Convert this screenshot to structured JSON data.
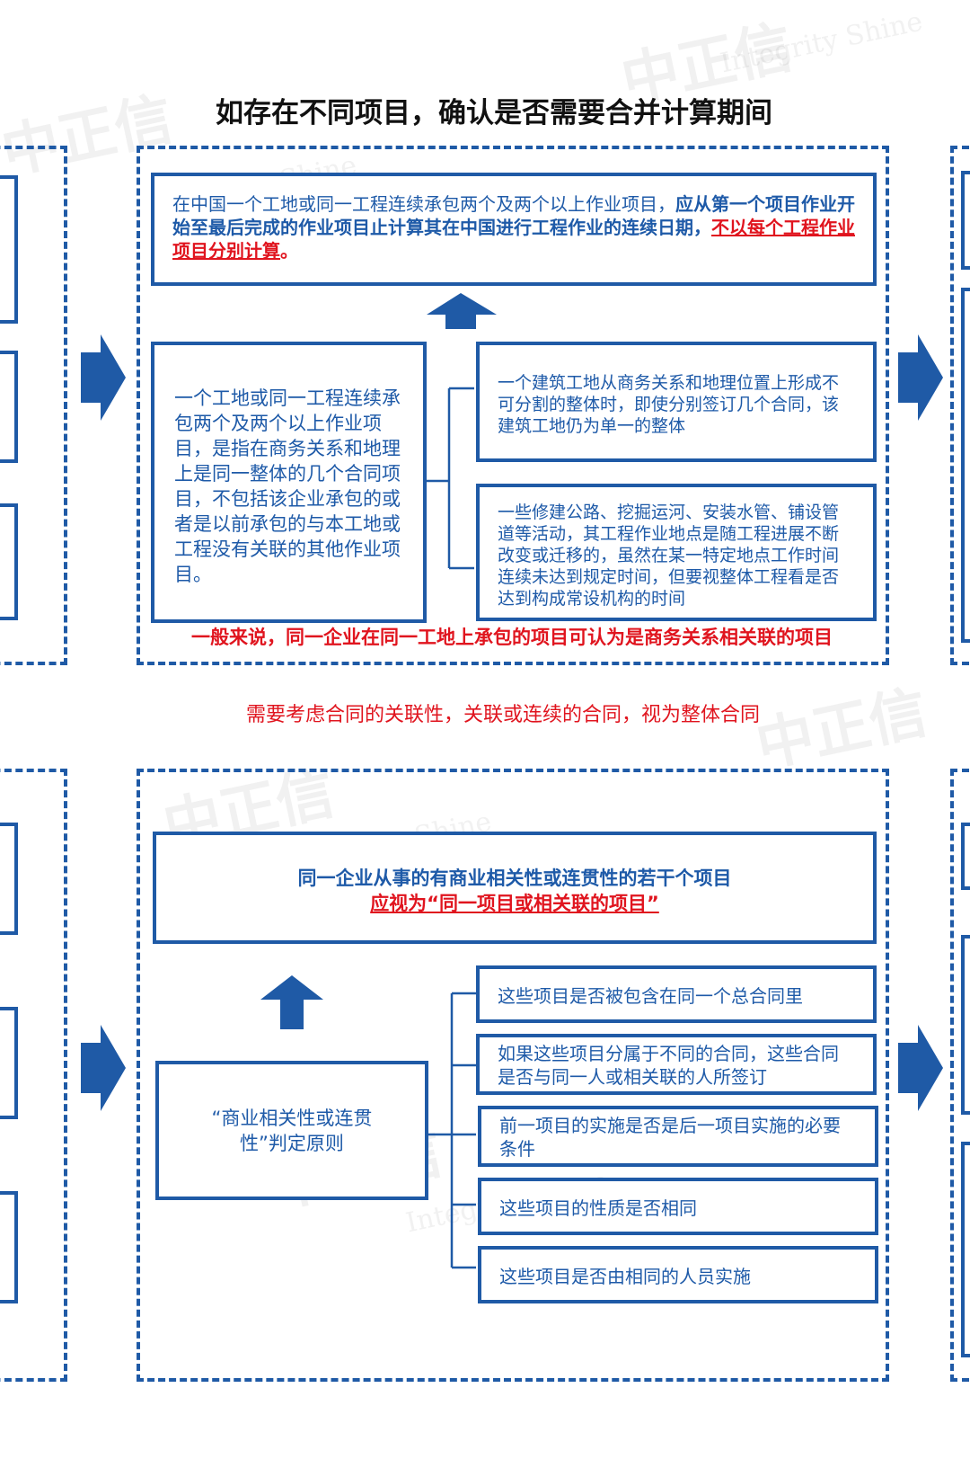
{
  "title": "如存在不同项目，确认是否需要合并计算期间",
  "watermark": {
    "cn": "中正信",
    "en": "Integrity Shine"
  },
  "colors": {
    "blue": "#1f5aa6",
    "text_blue": "#1e5aa8",
    "red": "#e0141e"
  },
  "top": {
    "main": {
      "normal": "在中国一个工地或同一工程连续承包两个及两个以上作业项目，",
      "bold": "应从第一个项目作业开始至最后完成的作业项目止计算其在中国进行工程作业的连续日期，",
      "red_underline": "不以每个工程作业项目分别计算",
      "end": "。"
    },
    "left_desc": "一个工地或同一工程连续承包两个及两个以上作业项目，是指在商务关系和地理上是同一整体的几个合同项目，不包括该企业承包的或者是以前承包的与本工地或工程没有关联的其他作业项目。",
    "right1": "一个建筑工地从商务关系和地理位置上形成不可分割的整体时，即使分别签订几个合同，该建筑工地仍为单一的整体",
    "right2": "一些修建公路、挖掘运河、安装水管、铺设管道等活动，其工程作业地点是随工程进展不断改变或迁移的，虽然在某一特定地点工作时间连续未达到规定时间，但要视整体工程看是否达到构成常设机构的时间",
    "footer": "一般来说，同一企业在同一工地上承包的项目可认为是商务关系相关联的项目"
  },
  "middle_note": "需要考虑合同的关联性，关联或连续的合同，视为整体合同",
  "bottom": {
    "main_line1": "同一企业从事的有商业相关性或连贯性的若干个项目",
    "main_line2": "应视为“同一项目或相关联的项目”",
    "principle": "“商业相关性或连贯性”判定原则",
    "criteria": [
      "这些项目是否被包含在同一个总合同里",
      "如果这些项目分属于不同的合同，这些合同是否与同一人或相关联的人所签订",
      "前一项目的实施是否是后一项目实施的必要条件",
      "这些项目的性质是否相同",
      "这些项目是否由相同的人员实施"
    ]
  }
}
